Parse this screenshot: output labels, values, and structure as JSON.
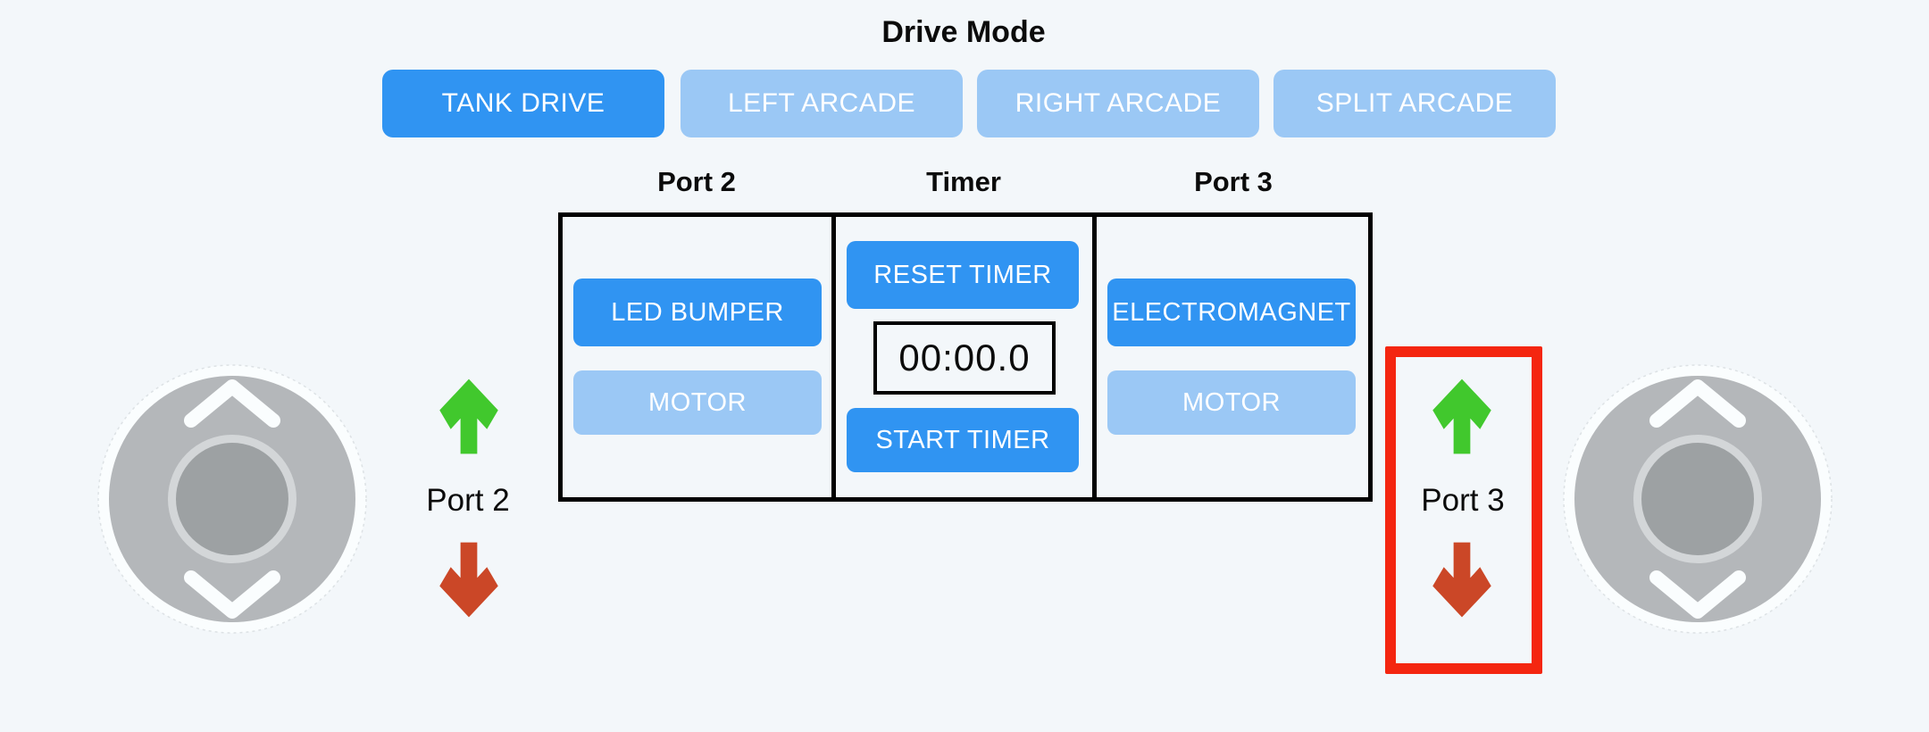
{
  "colors": {
    "page-bg": "#f3f7fa",
    "accent-blue": "#3094f2",
    "light-blue": "#9bc8f5",
    "arrow-green": "#41c82d",
    "arrow-red": "#cb4727",
    "highlight-red": "#f42610",
    "text-dark": "#0b0b0b",
    "joystick-base": "#b4b7ba",
    "joystick-ring": "#fafdfe",
    "joystick-knob": "#9da1a3",
    "joystick-knob-ring": "#d3d6d8"
  },
  "drive_mode": {
    "title": "Drive Mode",
    "selected": "TANK DRIVE",
    "buttons": [
      {
        "label": "TANK DRIVE"
      },
      {
        "label": "LEFT ARCADE"
      },
      {
        "label": "RIGHT ARCADE"
      },
      {
        "label": "SPLIT ARCADE"
      }
    ]
  },
  "panel": {
    "port2": {
      "header": "Port 2",
      "device_button": "LED BUMPER",
      "motor_button": "MOTOR"
    },
    "timer": {
      "header": "Timer",
      "reset_button": "RESET TIMER",
      "display": "00:00.0",
      "start_button": "START TIMER"
    },
    "port3": {
      "header": "Port 3",
      "device_button": "ELECTROMAGNET",
      "motor_button": "MOTOR"
    }
  },
  "left_motor": {
    "label": "Port 2"
  },
  "right_motor": {
    "label": "Port 3",
    "highlighted": true
  }
}
